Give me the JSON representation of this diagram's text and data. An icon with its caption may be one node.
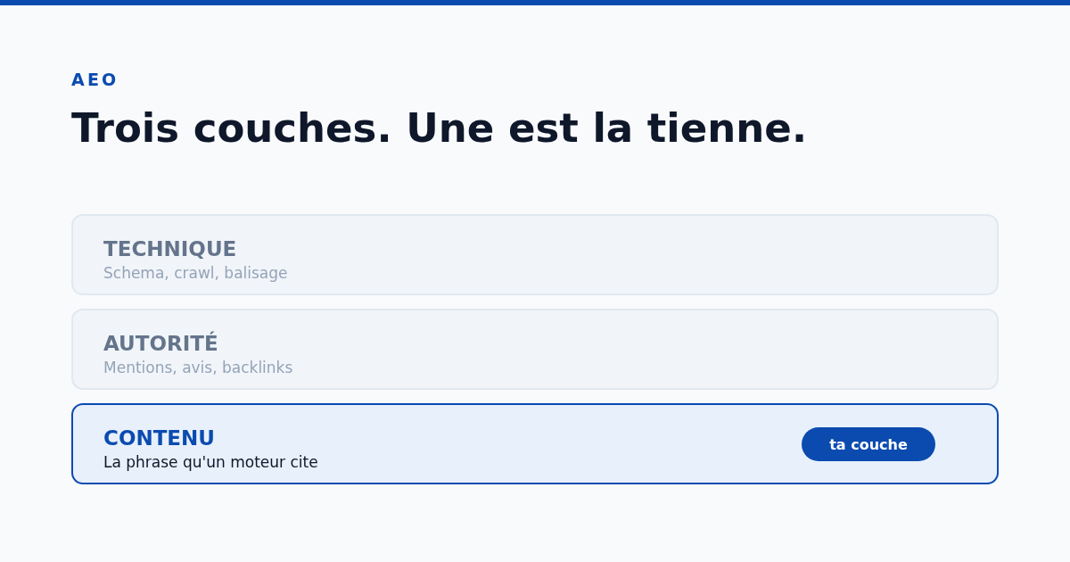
{
  "diagram": {
    "title": "Trois couches. Une est la tienne.",
    "nodes": [
      {
        "text": [
          "TECHNIQUE",
          "Schema, crawl, balisage"
        ]
      },
      {
        "text": [
          "AUTORITÉ",
          "Mentions, avis, backlinks"
        ]
      },
      {
        "text": [
          "CONTENU",
          "La phrase qu'un moteur cite"
        ]
      },
      {
        "text": [
          "ta couche"
        ],
        "in": 2
      }
    ],
    "labels": [
      "AEO"
    ]
  }
}
